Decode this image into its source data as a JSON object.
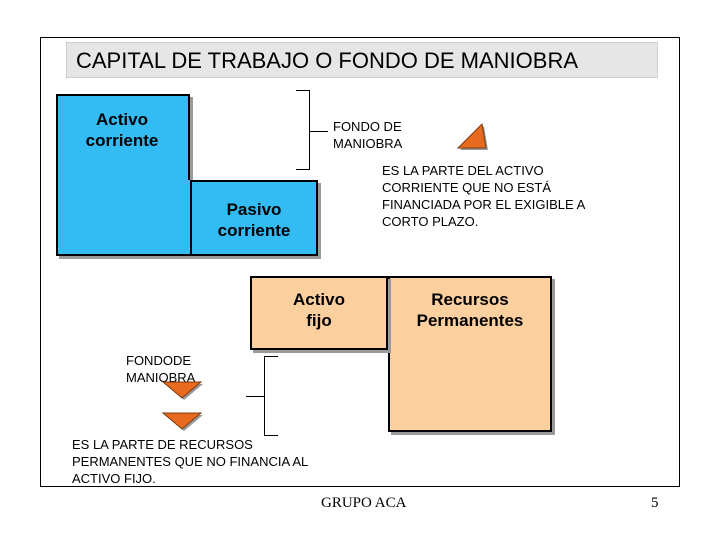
{
  "title": "CAPITAL DE TRABAJO O FONDO DE MANIOBRA",
  "upper": {
    "activo_corriente": "Activo\ncorriente",
    "pasivo_corriente": "Pasivo\ncorriente",
    "fondo_label": "FONDO DE\nMANIOBRA",
    "definition": "ES LA PARTE DEL ACTIVO\nCORRIENTE QUE NO ESTÁ\nFINANCIADA POR EL EXIGIBLE A\nCORTO PLAZO."
  },
  "lower": {
    "activo_fijo": "Activo\nfijo",
    "recursos_permanentes": "Recursos\nPermanentes",
    "fondo_label": "FONDODE\nMANIOBRA",
    "definition": "ES LA PARTE DE  RECURSOS\nPERMANENTES QUE NO FINANCIA AL\nACTIVO FIJO."
  },
  "footer": {
    "author": "GRUPO ACA",
    "page": "5"
  },
  "colors": {
    "current_blocks": "#33bbf3",
    "fixed_blocks": "#fccf9e",
    "arrow": "#e86a1f"
  },
  "icons": [
    "orange-triangle-arrow-icon",
    "orange-down-arrow-icon"
  ]
}
